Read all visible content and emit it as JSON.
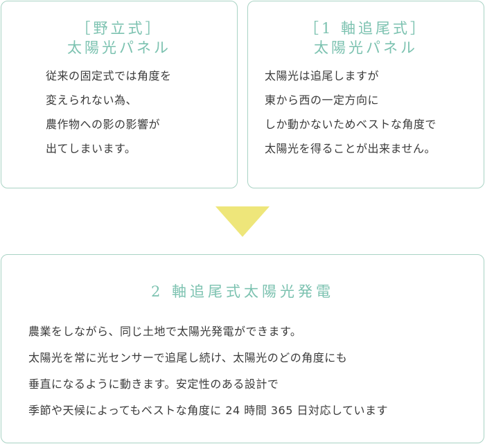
{
  "left_panel": {
    "title_lines": [
      "［野立式］",
      "太陽光パネル"
    ],
    "body_lines": [
      "従来の固定式では角度を",
      "変えられない為、",
      "農作物への影の影響が",
      "出てしまいます。"
    ]
  },
  "right_panel": {
    "title_lines": [
      "［1 軸追尾式］",
      "太陽光パネル"
    ],
    "body_lines": [
      "太陽光は追尾しますが",
      "東から西の一定方向に",
      "しか動かないためベストな角度で",
      "太陽光を得ることが出来ません。"
    ]
  },
  "bottom_panel": {
    "title_lines": [
      "2 軸追尾式太陽光発電"
    ],
    "body_lines": [
      "農業をしながら、同じ土地で太陽光発電ができます。",
      "太陽光を常に光センサーで追尾し続け、太陽光のどの角度にも",
      "垂直になるように動きます。安定性のある設計で",
      "季節や天候によってもベストな角度に 24 時間 365 日対応しています"
    ]
  },
  "colors": {
    "border": "#a9d3c4",
    "title": "#7cc2b0",
    "text": "#3a3a3a",
    "arrow": "#eee67a"
  },
  "icons": {
    "arrow": "down-triangle-arrow"
  }
}
